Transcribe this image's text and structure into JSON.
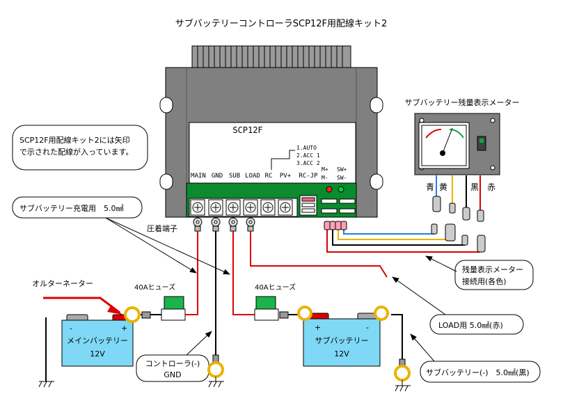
{
  "title": "サブバッテリーコントローラSCP12F用配線キット2",
  "controller": {
    "model": "SCP12F",
    "modes": [
      "1.AUTO",
      "2.ACC 1",
      "3.ACC 2"
    ],
    "terminals": [
      "MAIN",
      "GND",
      "SUB",
      "LOAD",
      "RC",
      "PV+",
      "RC-JP"
    ],
    "meter_labels": [
      "M+",
      "M-",
      "SW+",
      "SW-"
    ]
  },
  "callouts": {
    "kit_note_line1": "SCP12F用配線キット2には矢印",
    "kit_note_line2": "で示された配線が入っています。",
    "charge_wire": "サブバッテリー充電用　5.0㎟",
    "crimp": "圧着端子",
    "meter_wire_line1": "残量表示メーター",
    "meter_wire_line2": "接続用(各色)",
    "load_wire": "LOAD用 5.0㎟(赤)",
    "sub_negative": "サブバッテリー(-)　5.0㎟(黒)",
    "ctrl_gnd_line1": "コントローラ(-)",
    "ctrl_gnd_line2": "GND"
  },
  "meter": {
    "title": "サブバッテリー残量表示メーター",
    "wire_colors": [
      "青",
      "黄",
      "黒",
      "赤"
    ]
  },
  "components": {
    "alternator": "オルターネーター",
    "fuse_main": "40Aヒューズ",
    "fuse_sub": "40Aヒューズ",
    "main_battery_line1": "メインバッテリー",
    "main_battery_line2": "12V",
    "sub_battery_line1": "サブバッテリー",
    "sub_battery_line2": "12V",
    "plus": "+",
    "minus": "-"
  },
  "colors": {
    "wire_red": "#dd0000",
    "wire_black": "#000000",
    "wire_blue": "#2a7be4",
    "wire_yellow": "#e8b400",
    "battery": "#7fd8f5",
    "board_green": "#0b8a2e",
    "housing": "#808080"
  }
}
